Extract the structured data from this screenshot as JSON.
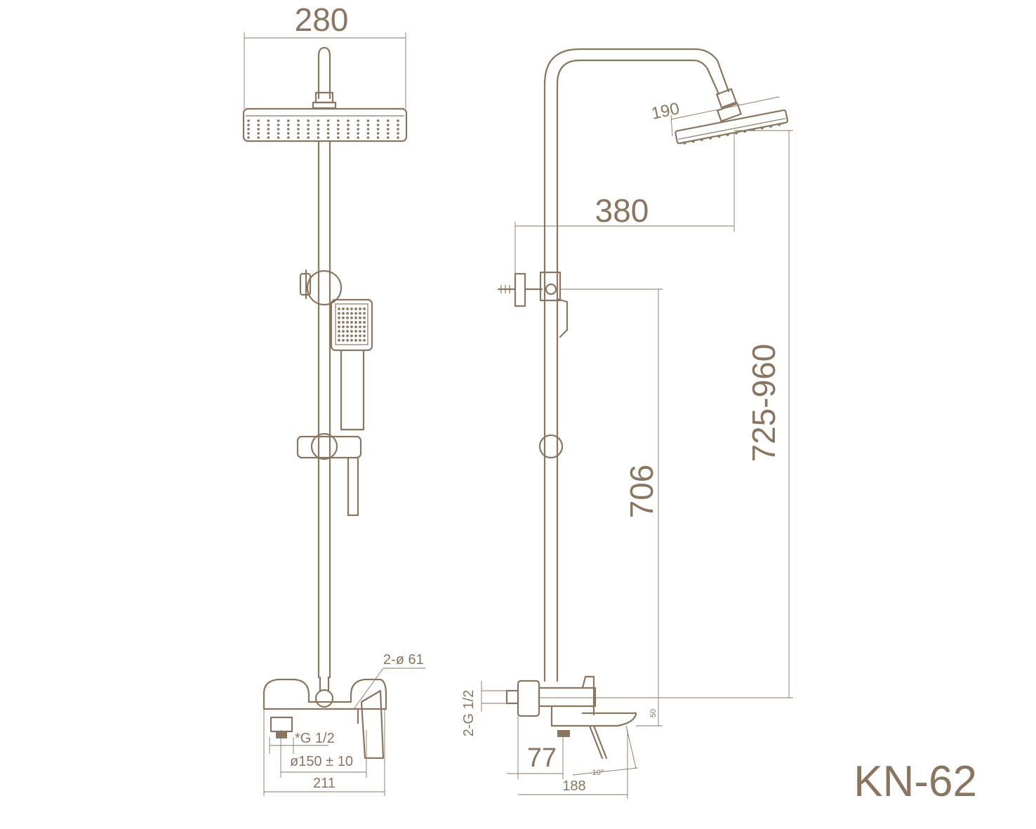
{
  "model": "KN-62",
  "colors": {
    "line": "#8a7660",
    "background": "#ffffff"
  },
  "front_view": {
    "head_width": "280",
    "connection": "*G 1/2",
    "center_distance": "ø150 ± 10",
    "mixer_width": "211",
    "flange": "2-ø 61"
  },
  "side_view": {
    "head_size": "190",
    "arm_projection": "380",
    "total_height": "725-960",
    "bar_height": "706",
    "inlet_offset": "50",
    "inlet_thread": "2-G 1/2",
    "spout_drop": "77",
    "spout_angle": "10°",
    "spout_length": "188"
  }
}
